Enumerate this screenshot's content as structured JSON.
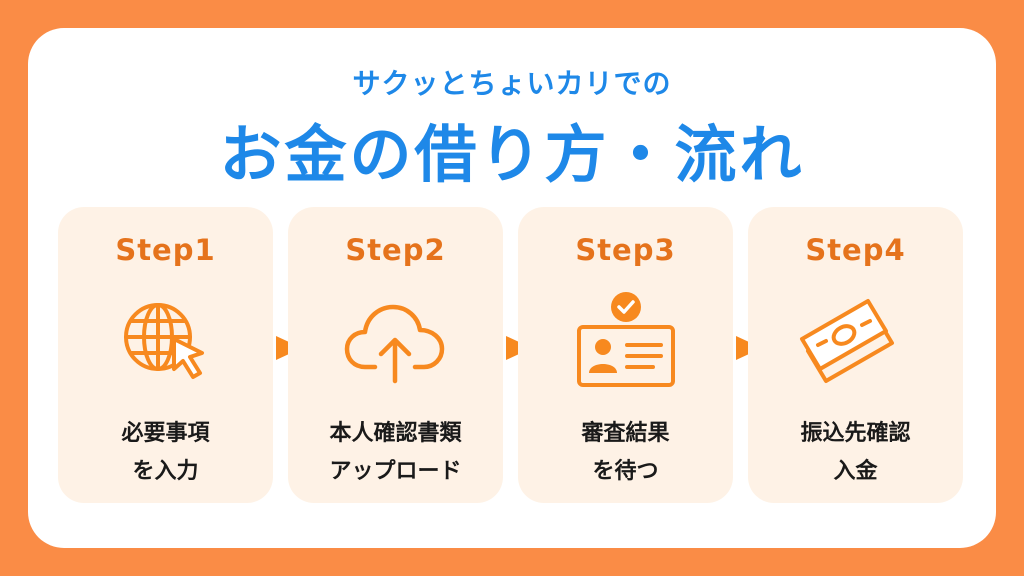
{
  "header": {
    "subtitle": "サクッとちょいカリでの",
    "title": "お金の借り方・流れ"
  },
  "steps": [
    {
      "label": "Step1",
      "line1": "必要事項",
      "line2": "を入力",
      "icon": "globe-cursor-icon"
    },
    {
      "label": "Step2",
      "line1": "本人確認書類",
      "line2": "アップロード",
      "icon": "cloud-upload-icon"
    },
    {
      "label": "Step3",
      "line1": "審査結果",
      "line2": "を待つ",
      "icon": "id-card-check-icon"
    },
    {
      "label": "Step4",
      "line1": "振込先確認",
      "line2": "入金",
      "icon": "money-bills-icon"
    }
  ],
  "colors": {
    "background": "#FA8C46",
    "panel": "#FFFFFF",
    "title": "#1E88E8",
    "card": "#FEF2E6",
    "accent": "#F7891F",
    "step_label": "#E5731C"
  }
}
